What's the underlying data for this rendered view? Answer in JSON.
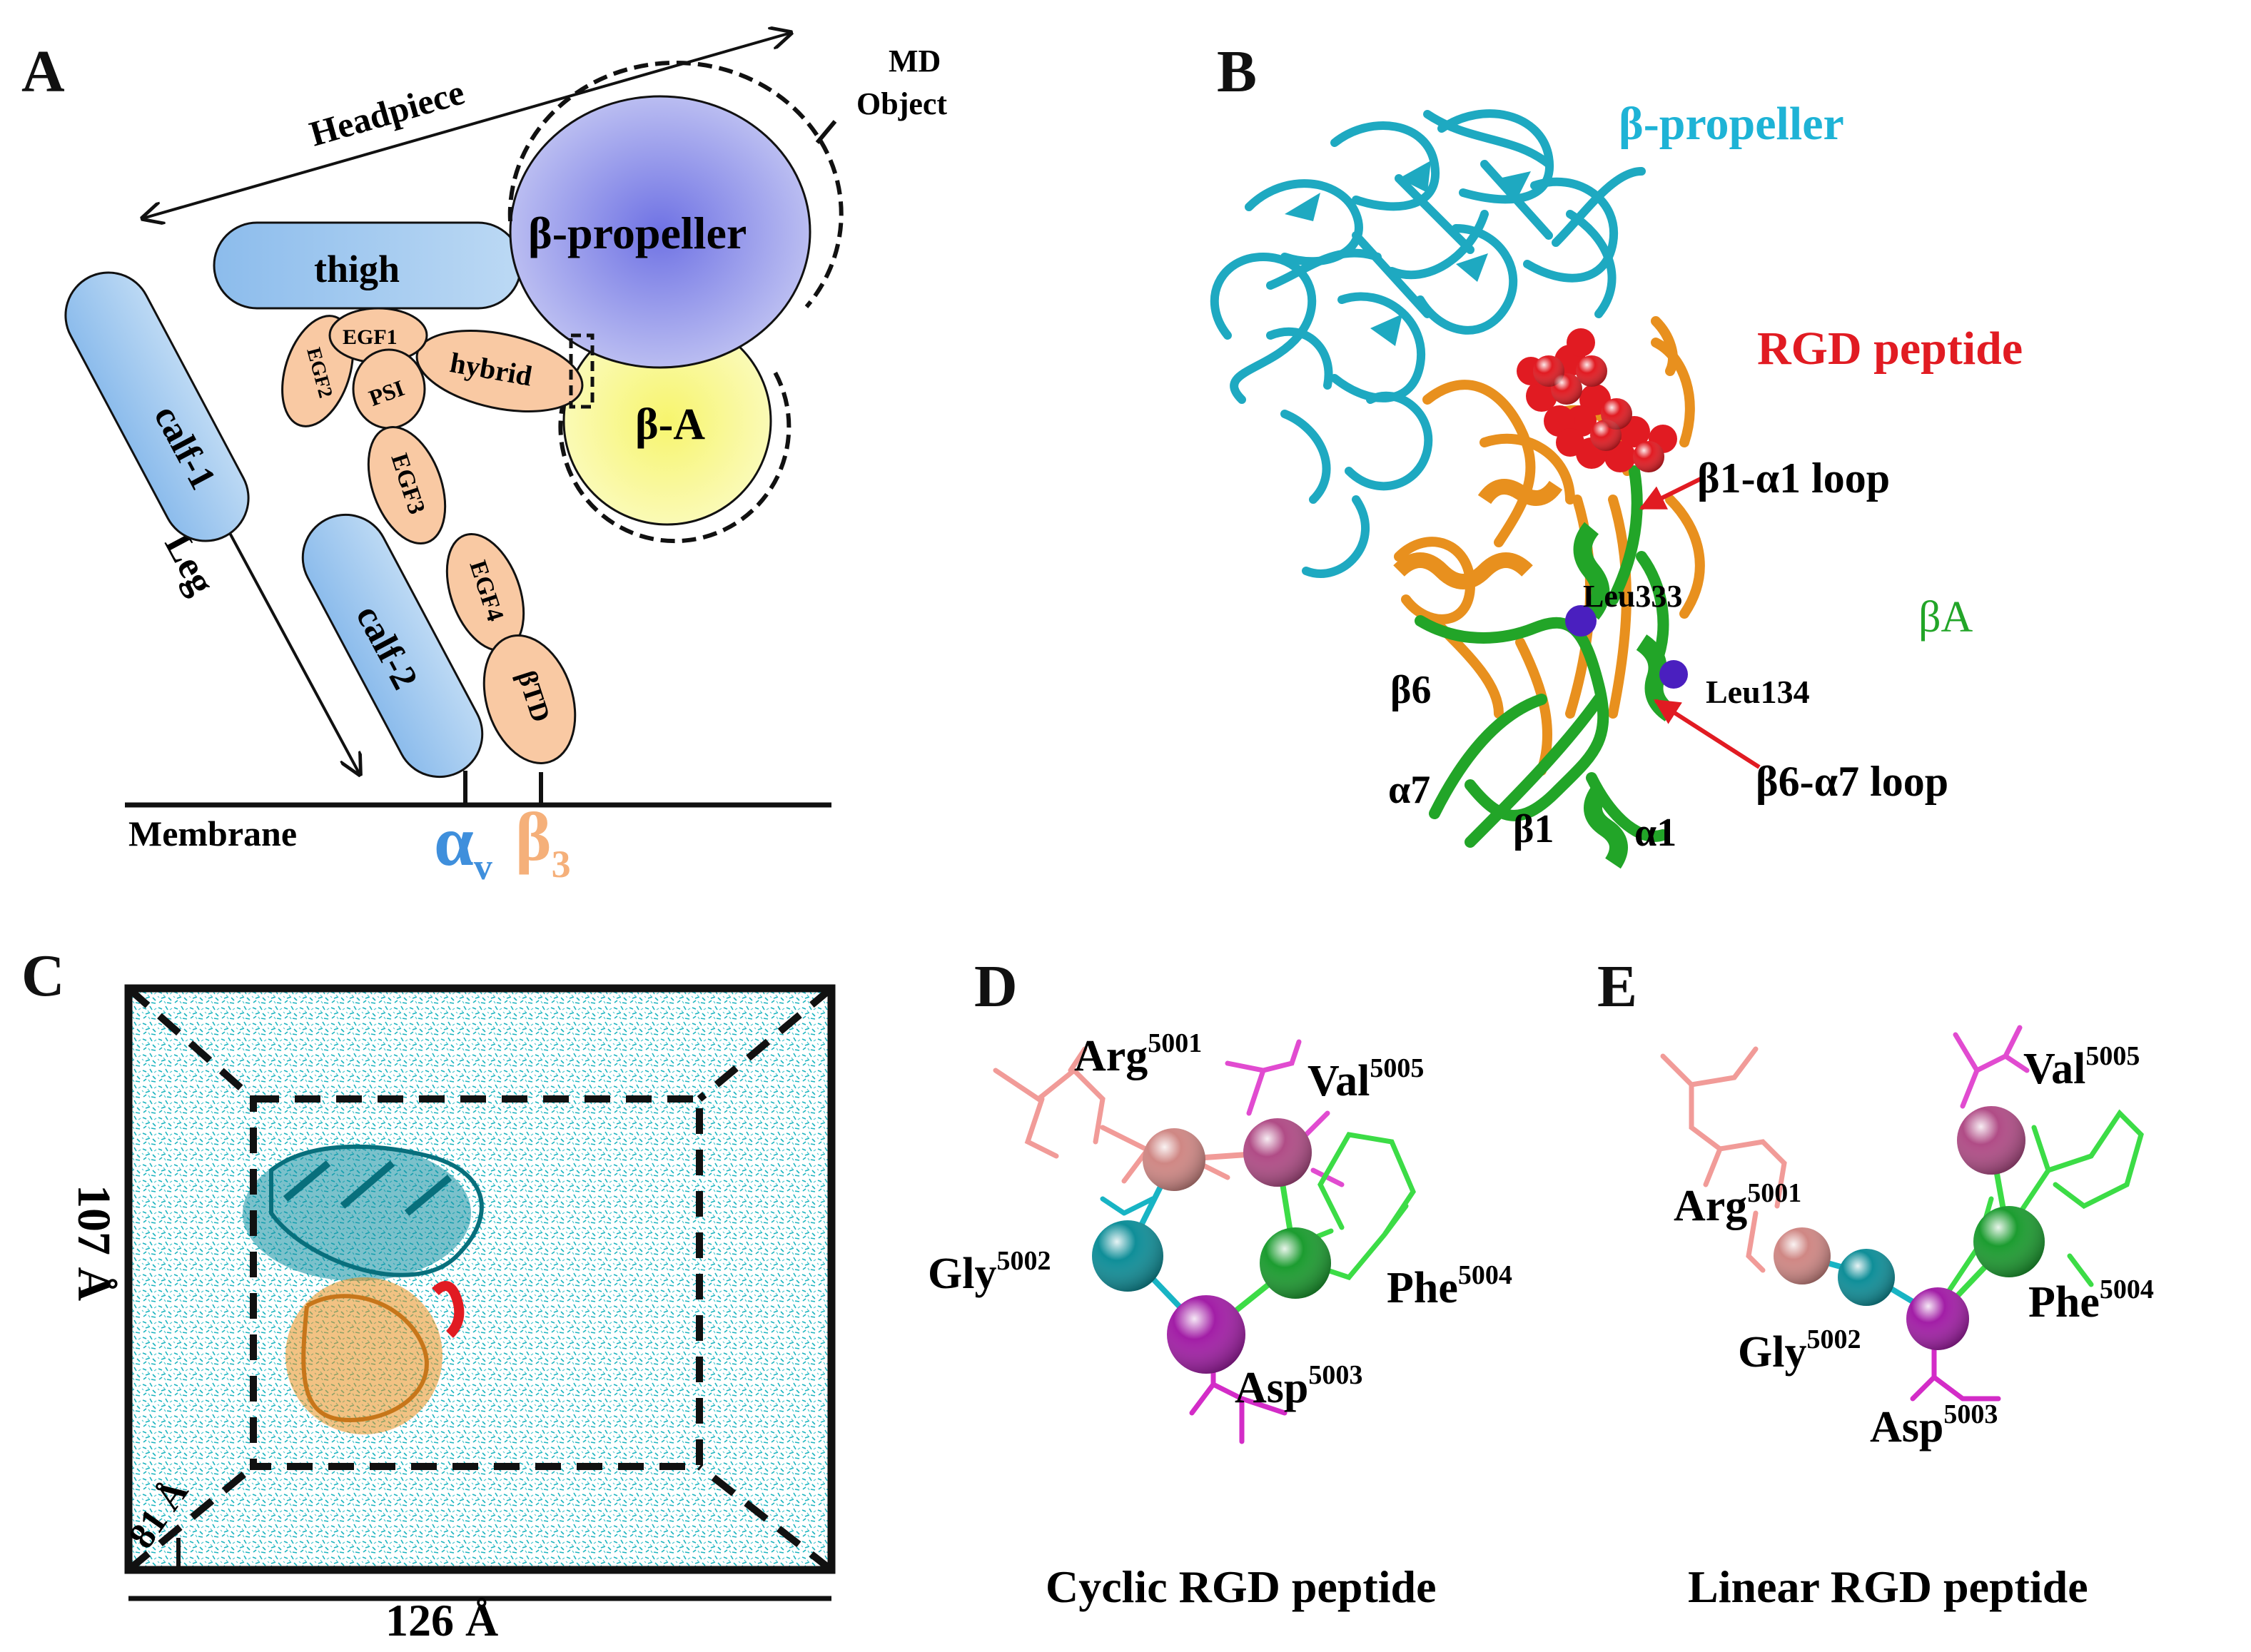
{
  "panels": {
    "a": {
      "letter": "A",
      "headpiece": "Headpiece",
      "md_object": [
        "MD",
        "Object"
      ],
      "leg": "Leg",
      "membrane": "Membrane",
      "domains": {
        "thigh": "thigh",
        "calf1": "calf-1",
        "calf2": "calf-2",
        "beta_propeller": "β-propeller",
        "beta_a": "β-A",
        "hybrid": "hybrid",
        "egf1": "EGF1",
        "egf2": "EGF2",
        "psi": "PSI",
        "egf3": "EGF3",
        "egf4": "EGF4",
        "btd": "βTD"
      },
      "alpha": "α",
      "alpha_sub": "v",
      "beta": "β",
      "beta_sub": "3"
    },
    "b": {
      "letter": "B",
      "propeller_label": "β-propeller",
      "rgd_label": "RGD peptide",
      "loop1": "β1-α1 loop",
      "loop2": "β6-α7 loop",
      "leu333": "Leu333",
      "leu134": "Leu134",
      "ba": "βA",
      "b6": "β6",
      "a7": "α7",
      "b1": "β1",
      "a1": "α1"
    },
    "c": {
      "letter": "C",
      "dim_y": "107 Å",
      "dim_x": "126 Å",
      "dim_z": "81 Å"
    },
    "d": {
      "letter": "D",
      "caption": "Cyclic RGD peptide",
      "residues": [
        {
          "name": "Arg",
          "sup": "5001"
        },
        {
          "name": "Val",
          "sup": "5005"
        },
        {
          "name": "Gly",
          "sup": "5002"
        },
        {
          "name": "Phe",
          "sup": "5004"
        },
        {
          "name": "Asp",
          "sup": "5003"
        }
      ]
    },
    "e": {
      "letter": "E",
      "caption": "Linear RGD peptide",
      "residues": [
        {
          "name": "Val",
          "sup": "5005"
        },
        {
          "name": "Arg",
          "sup": "5001"
        },
        {
          "name": "Phe",
          "sup": "5004"
        },
        {
          "name": "Gly",
          "sup": "5002"
        },
        {
          "name": "Asp",
          "sup": "5003"
        }
      ]
    }
  },
  "colors": {
    "alpha_blue": "#3f8fdc",
    "beta_orange": "#f5b07a",
    "calf_fill": "#a9cdf1",
    "egf_fill": "#f9c9a3",
    "propeller_teal": "#1ea9c1",
    "rgd_red": "#e11b22",
    "helix_orange": "#e8901e",
    "ba_green": "#22a528",
    "arg_pink": "#cf8784",
    "gly_teal": "#0f8e98",
    "asp_magenta": "#a21ea6",
    "phe_green": "#1c9c30",
    "val_mauve": "#b04c86"
  }
}
